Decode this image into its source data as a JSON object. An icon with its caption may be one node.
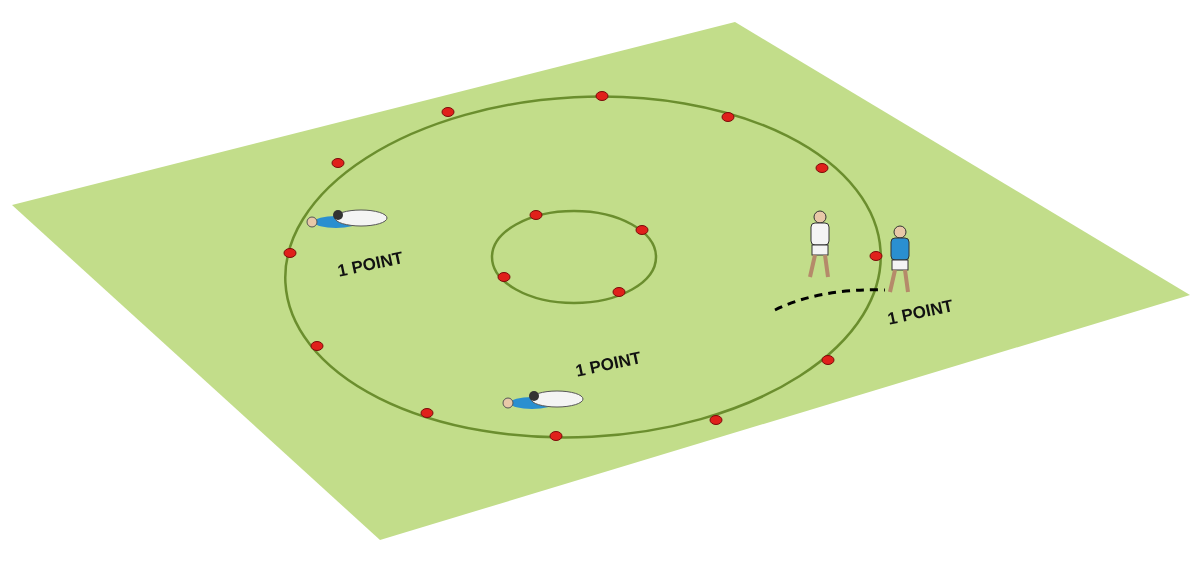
{
  "diagram": {
    "labels": [
      "1 POINT",
      "1 POINT",
      "1 POINT"
    ]
  }
}
